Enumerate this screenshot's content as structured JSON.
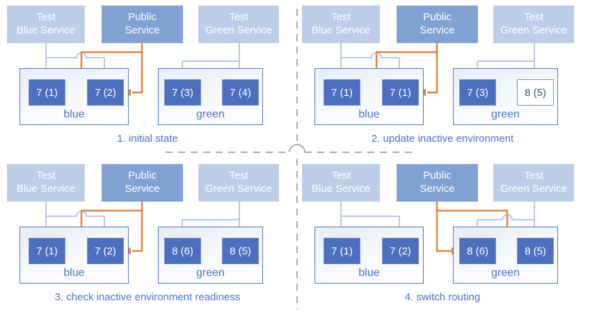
{
  "colors": {
    "accent_blue": "#4a73c4",
    "light_service_fill": "#bccde8",
    "public_service_fill": "#7fa2d3",
    "instance_fill": "#4c6fbf",
    "env_border": "#4e73be",
    "orange": "#e8813a",
    "light_connector": "#b7c7e4",
    "connector_head": "#9fb5da",
    "dash_gray": "#a8a8a8",
    "outlined_border": "#7e93ba",
    "outlined_text": "#44546a"
  },
  "services": [
    {
      "line1": "Test",
      "line2": "Blue Service"
    },
    {
      "line1": "Public",
      "line2": "Service"
    },
    {
      "line1": "Test",
      "line2": "Green Service"
    }
  ],
  "env_labels": {
    "blue": "blue",
    "green": "green"
  },
  "quadrants": [
    {
      "caption": "1. initial state",
      "blue": [
        "7 (1)",
        "7 (2)"
      ],
      "green": [
        "7 (3)",
        "7 (4)"
      ],
      "green_outlined": [
        false,
        false
      ],
      "public_routes_to": "blue"
    },
    {
      "caption": "2. update inactive environment",
      "blue": [
        "7 (1)",
        "7 (1)"
      ],
      "green": [
        "7 (3)",
        "8 (5)"
      ],
      "green_outlined": [
        false,
        true
      ],
      "public_routes_to": "blue"
    },
    {
      "caption": "3. check inactive environment readiness",
      "blue": [
        "7 (1)",
        "7 (2)"
      ],
      "green": [
        "8 (6)",
        "8 (5)"
      ],
      "green_outlined": [
        false,
        false
      ],
      "public_routes_to": "blue"
    },
    {
      "caption": "4. switch routing",
      "blue": [
        "7 (1)",
        "7 (2)"
      ],
      "green": [
        "8 (6)",
        "8 (5)"
      ],
      "green_outlined": [
        false,
        false
      ],
      "public_routes_to": "green"
    }
  ]
}
